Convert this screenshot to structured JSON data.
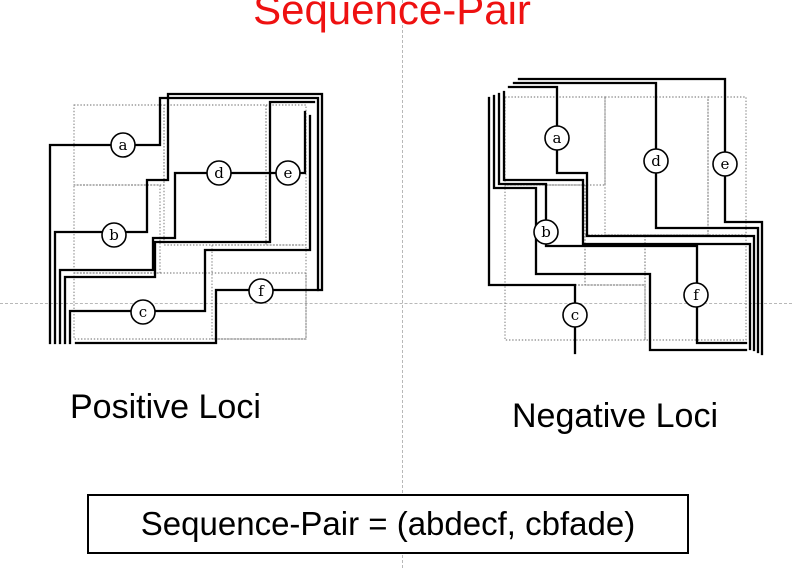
{
  "title": "Sequence-Pair",
  "captions": {
    "positive": "Positive Loci",
    "negative": "Negative Loci"
  },
  "formula": "Sequence-Pair = (abdecf, cbfade)",
  "modules": [
    "a",
    "b",
    "c",
    "d",
    "e",
    "f"
  ],
  "positive_loci_order": [
    "a",
    "b",
    "d",
    "e",
    "c",
    "f"
  ],
  "negative_loci_order": [
    "c",
    "b",
    "f",
    "a",
    "d",
    "e"
  ],
  "colors": {
    "title": "#ee1111",
    "lines": "#000000",
    "grid": "#6a6a6a",
    "crosshair": "#b8b8b8"
  }
}
